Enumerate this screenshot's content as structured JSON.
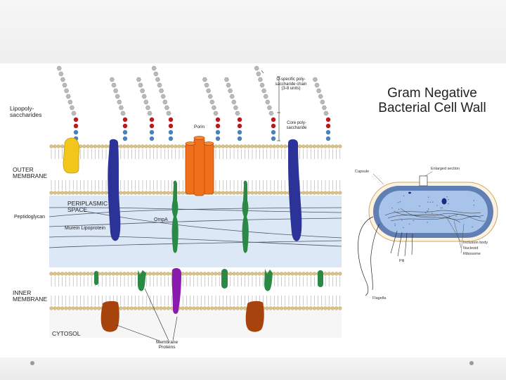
{
  "slide": {
    "title_line1": "Gram Negative",
    "title_line2": "Bacterial Cell Wall"
  },
  "membrane_diagram": {
    "lipopolysaccharides": "Lipopoly-\nsaccharides",
    "outer_membrane": "OUTER\nMEMBRANE",
    "periplasmic_space": "PERIPLASMIC\nSPACE",
    "peptidoglycan": "Peptidoglycan",
    "murein_lipoprotein": "Murein Lipoprotein",
    "ompa": "OmpA",
    "inner_membrane": "INNER\nMEMBRANE",
    "cytosol": "CYTOSOL",
    "membrane_proteins": "Membrane\nProteins",
    "porin": "Porin",
    "o_specific_chain": "O-specific poly-\nsaccharide chain\n(3-8 units)",
    "core_polysaccharide": "Core poly-\nsaccharide"
  },
  "cell_diagram": {
    "capsule": "Capsule",
    "enlarged_section": "Enlarged section",
    "inclusion_body": "Inclusion body",
    "nucleoid": "Nucleoid",
    "ribosome": "Ribosome",
    "pili": "Pili",
    "flagella": "Flagella"
  },
  "colors": {
    "periplasm": "#dde8f7",
    "lipid_head": "#d8c489",
    "sugar_gray": "#b9b9b9",
    "sugar_red": "#c0171f",
    "sugar_blue": "#4c7fbf",
    "porin": "#ef6f1b",
    "blue_protein": "#2b3398",
    "green_protein": "#2a8a45",
    "purple_protein": "#8a19ad",
    "brown_protein": "#a7440e",
    "yellow_protein": "#f2c61b",
    "cell_fill": "#a8c4ea",
    "cell_outline": "#5f7fb5"
  },
  "icons": [
    "lipopolysaccharide-chain",
    "porin-protein",
    "lipid-bilayer",
    "bacterial-cell"
  ]
}
